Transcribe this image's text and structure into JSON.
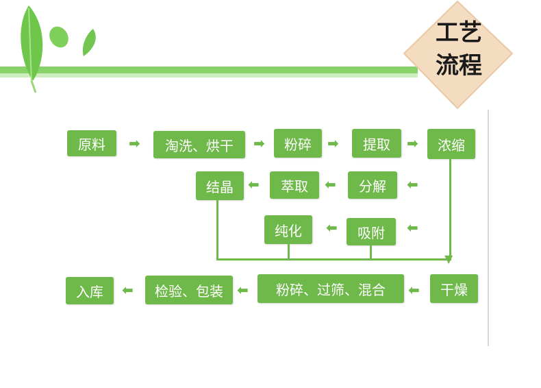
{
  "header": {
    "badge_line1": "工艺",
    "badge_line2": "流程",
    "accent_color": "#6fb84a",
    "badge_color": "#f3d9b9"
  },
  "flow": {
    "row1": [
      "原料",
      "淘洗、烘干",
      "粉碎",
      "提取",
      "浓缩"
    ],
    "row2": [
      "结晶",
      "萃取",
      "分解"
    ],
    "row3": [
      "纯化",
      "吸附"
    ],
    "row4": [
      "入库",
      "检验、包装",
      "粉碎、过筛、混合",
      "干燥"
    ]
  }
}
